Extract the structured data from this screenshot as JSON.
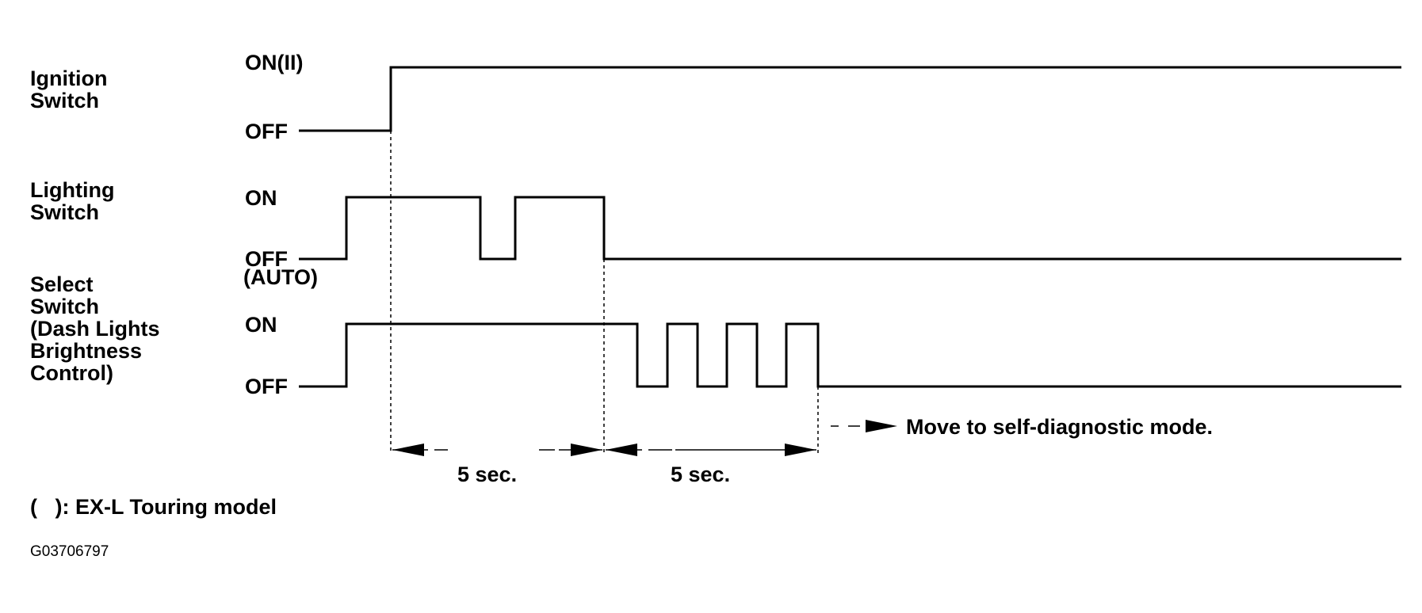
{
  "signals": {
    "ignition": {
      "name_lines": [
        "Ignition",
        "Switch"
      ],
      "state_high": "ON(II)",
      "state_low": "OFF"
    },
    "lighting": {
      "name_lines": [
        "Lighting",
        "Switch"
      ],
      "state_high": "ON",
      "state_low": "OFF",
      "state_low_note": "(AUTO)"
    },
    "select": {
      "name_lines": [
        "Select",
        "Switch",
        "(Dash Lights",
        "Brightness",
        "Control)"
      ],
      "state_high": "ON",
      "state_low": "OFF"
    }
  },
  "intervals": [
    {
      "label": "5 sec."
    },
    {
      "label": "5 sec."
    }
  ],
  "result_note": "Move to self-diagnostic mode.",
  "footnote": "(   ): EX-L Touring model",
  "figure_id": "G03706797"
}
